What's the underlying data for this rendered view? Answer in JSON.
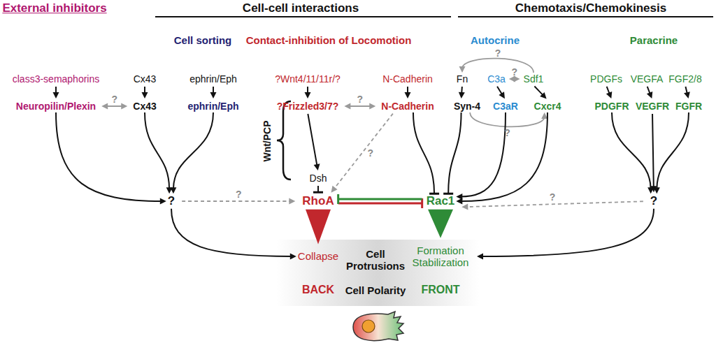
{
  "diagram": {
    "nodes": [
      {
        "text": [
          "class3-semaphorins"
        ]
      },
      {
        "text": [
          "Neuropilin/Plexin"
        ]
      },
      {
        "text": [
          "Cx43"
        ]
      },
      {
        "text": [
          "Cx43"
        ]
      },
      {
        "text": [
          "ephrin/Eph"
        ]
      },
      {
        "text": [
          "ephrin/Eph"
        ]
      },
      {
        "text": [
          "?Wnt4/11/11r/?"
        ]
      },
      {
        "text": [
          "?Frizzled3/7?"
        ]
      },
      {
        "text": [
          "N-Cadherin"
        ]
      },
      {
        "text": [
          "N-Cadherin"
        ]
      },
      {
        "text": [
          "Dsh"
        ]
      },
      {
        "text": [
          "Fn"
        ]
      },
      {
        "text": [
          "C3a"
        ]
      },
      {
        "text": [
          "Sdf1"
        ]
      },
      {
        "text": [
          "Syn-4"
        ]
      },
      {
        "text": [
          "C3aR"
        ]
      },
      {
        "text": [
          "Cxcr4"
        ]
      },
      {
        "text": [
          "PDGFs"
        ]
      },
      {
        "text": [
          "VEGFA"
        ]
      },
      {
        "text": [
          "FGF2/8"
        ]
      },
      {
        "text": [
          "PDGFR"
        ]
      },
      {
        "text": [
          "VEGFR"
        ]
      },
      {
        "text": [
          "FGFR"
        ]
      },
      {
        "text": [
          "?"
        ]
      },
      {
        "text": [
          "RhoA"
        ]
      },
      {
        "text": [
          "Rac1"
        ]
      },
      {
        "text": [
          "?"
        ]
      },
      {
        "text": [
          "Collapse"
        ]
      },
      {
        "text": [
          "Formation Stabilization"
        ]
      }
    ],
    "edges": [
      {
        "from": 0,
        "to": 1,
        "arrow": "to"
      },
      {
        "from": 2,
        "to": 3,
        "arrow": "to"
      },
      {
        "from": 4,
        "to": 5,
        "arrow": "to"
      },
      {
        "from": 6,
        "to": 7,
        "arrow": "to"
      },
      {
        "from": 8,
        "to": 9,
        "arrow": "to"
      },
      {
        "from": 1,
        "to": 3,
        "label": "?",
        "arrow": "both"
      },
      {
        "from": 7,
        "to": 9,
        "label": "?",
        "arrow": "both"
      },
      {
        "from": 7,
        "to": 10,
        "arrow": "to"
      },
      {
        "from": 10,
        "to": 24,
        "arrow": "to"
      },
      {
        "from": 9,
        "to": 24,
        "label": "?",
        "arrow": "to"
      },
      {
        "from": 9,
        "to": 25,
        "arrow": "to"
      },
      {
        "from": 11,
        "to": 14,
        "arrow": "to"
      },
      {
        "from": 12,
        "to": 15,
        "arrow": "to"
      },
      {
        "from": 13,
        "to": 16,
        "arrow": "to"
      },
      {
        "from": 12,
        "to": 13,
        "label": "?",
        "arrow": "both"
      },
      {
        "from": 13,
        "to": 11,
        "label": "?",
        "arrow": "to"
      },
      {
        "from": 14,
        "to": 16,
        "label": "?",
        "arrow": "to"
      },
      {
        "from": 17,
        "to": 20,
        "arrow": "to"
      },
      {
        "from": 18,
        "to": 21,
        "arrow": "to"
      },
      {
        "from": 19,
        "to": 22,
        "arrow": "to"
      },
      {
        "from": 1,
        "to": 23,
        "arrow": "to"
      },
      {
        "from": 3,
        "to": 23,
        "arrow": "to"
      },
      {
        "from": 5,
        "to": 23,
        "arrow": "to"
      },
      {
        "from": 23,
        "to": 24,
        "label": "?",
        "arrow": "to"
      },
      {
        "from": 14,
        "to": 25,
        "arrow": "to"
      },
      {
        "from": 15,
        "to": 25,
        "arrow": "to"
      },
      {
        "from": 16,
        "to": 25,
        "arrow": "to"
      },
      {
        "from": 20,
        "to": 26,
        "arrow": "to"
      },
      {
        "from": 21,
        "to": 26,
        "arrow": "to"
      },
      {
        "from": 22,
        "to": 26,
        "arrow": "to"
      },
      {
        "from": 26,
        "to": 25,
        "label": "?",
        "arrow": "to"
      },
      {
        "from": 24,
        "to": 25,
        "arrow": "to"
      },
      {
        "from": 25,
        "to": 24,
        "arrow": "to"
      },
      {
        "from": 24,
        "to": 27,
        "arrow": "to"
      },
      {
        "from": 25,
        "to": 28,
        "arrow": "to"
      },
      {
        "from": 23,
        "to": 27,
        "arrow": "to"
      },
      {
        "from": 26,
        "to": 28,
        "arrow": "to"
      }
    ],
    "labels": [
      "External inhibitors",
      "Cell-cell interactions",
      "Chemotaxis/Chemokinesis",
      "Cell sorting",
      "Contact-inhibition of Locomotion",
      "Autocrine",
      "Paracrine",
      "Wnt/PCP",
      "Cell Protrusions",
      "BACK",
      "Cell Polarity",
      "FRONT"
    ]
  }
}
